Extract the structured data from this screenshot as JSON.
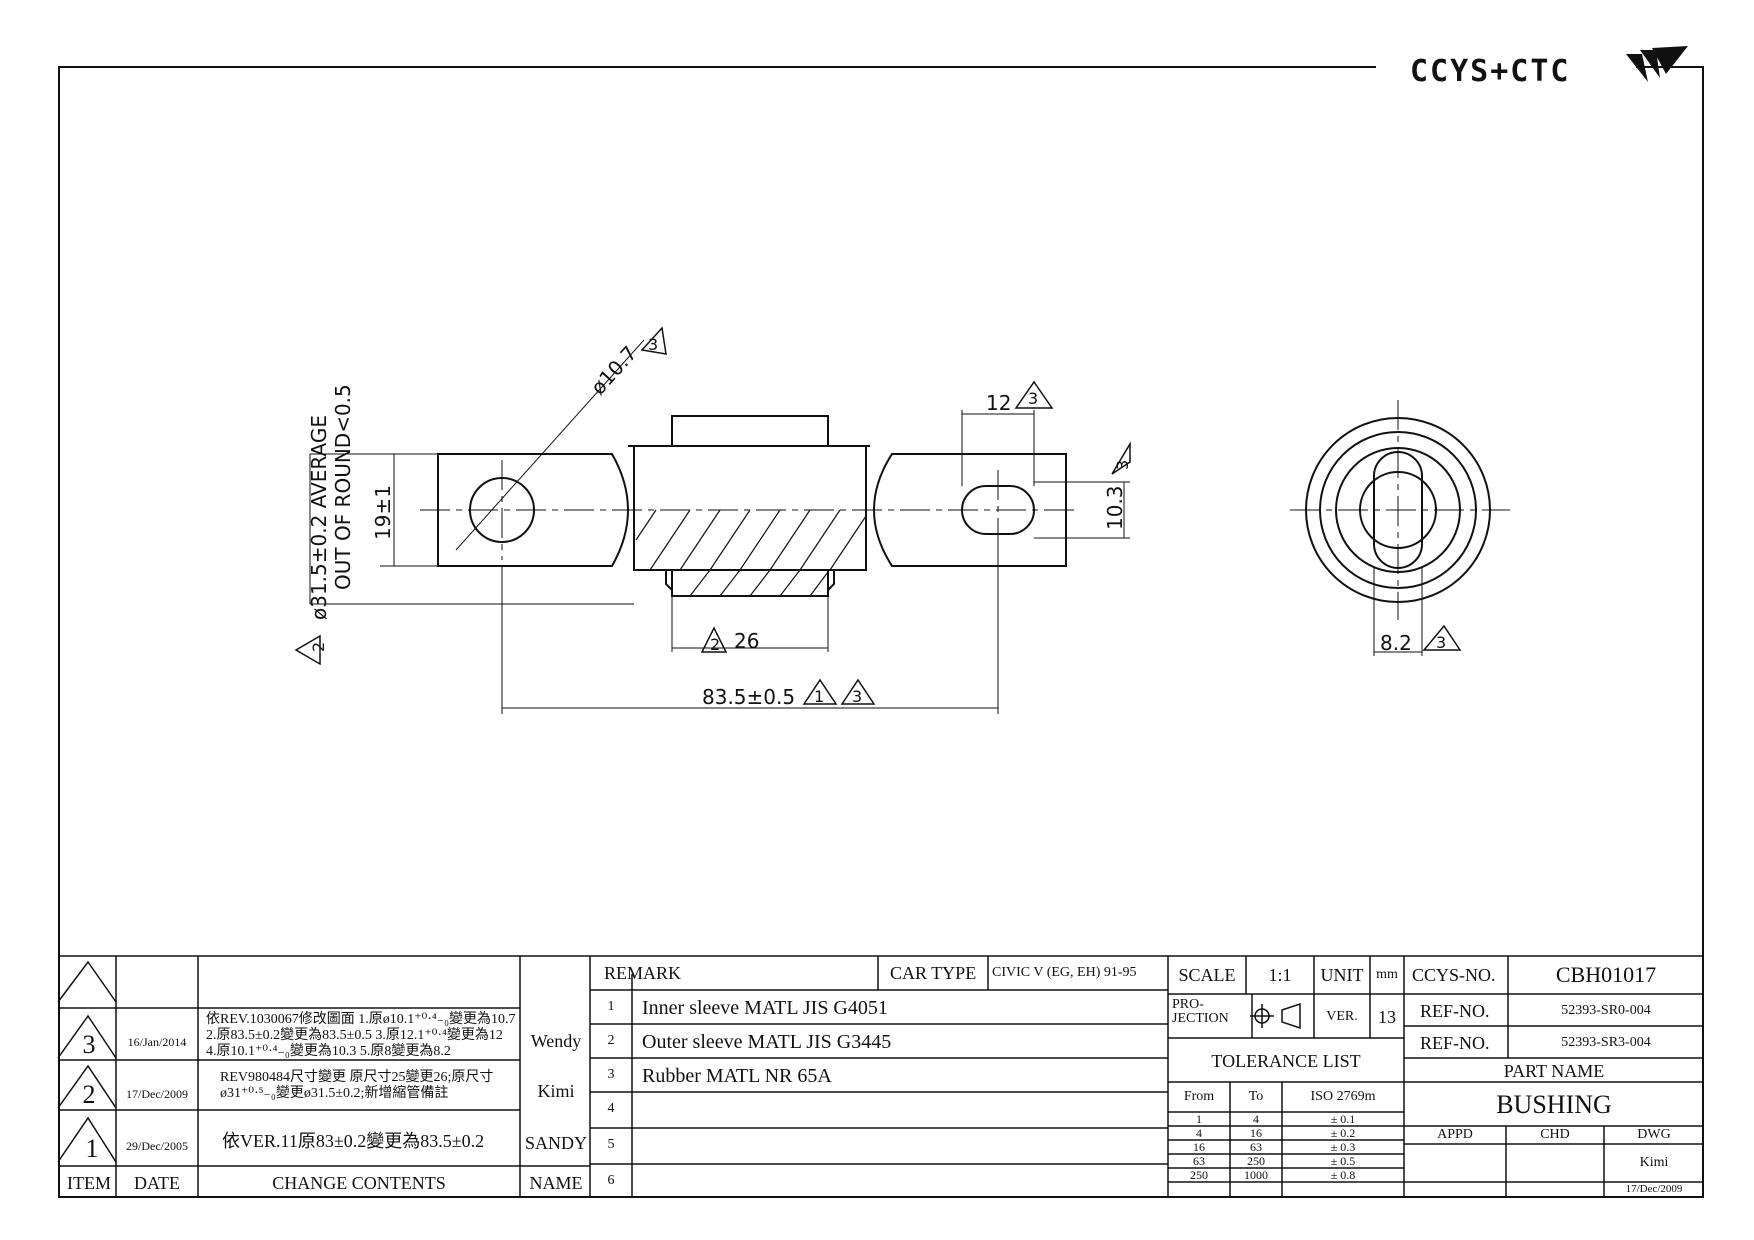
{
  "logo": {
    "text": "CCYS+CTC",
    "icon": "wave-logo-icon"
  },
  "drawing": {
    "labels": {
      "hole_dia": "ø10.7",
      "avg_dia": "ø31.5±0.2 AVERAGE",
      "out_of_round": "OUT OF ROUND<0.5",
      "height": "19±1",
      "width12": "12",
      "dim103": "10.3",
      "sleeve_len": "26",
      "center_len": "83.5±0.5",
      "flat": "8.2"
    },
    "rev_marks": {
      "r1": "1",
      "r2": "2",
      "r3": "3"
    }
  },
  "revision_table": {
    "header": {
      "item": "ITEM",
      "date": "DATE",
      "change": "CHANGE CONTENTS",
      "name": "NAME"
    },
    "rows": [
      {
        "item": "3",
        "date": "16/Jan/2014",
        "change": "依REV.1030067修改圖面 1.原ø10.1⁺⁰·⁴₋₀變更為10.7 2.原83.5±0.2變更為83.5±0.5 3.原12.1⁺⁰·⁴變更為12 4.原10.1⁺⁰·⁴₋₀變更為10.3 5.原8變更為8.2",
        "name": "Wendy"
      },
      {
        "item": "2",
        "date": "17/Dec/2009",
        "change": "REV980484尺寸變更 原尺寸25變更26;原尺寸ø31⁺⁰·⁵₋₀變更ø31.5±0.2;新增縮管備註",
        "name": "Kimi"
      },
      {
        "item": "1",
        "date": "29/Dec/2005",
        "change": "依VER.11原83±0.2變更為83.5±0.2",
        "name": "SANDY"
      }
    ]
  },
  "remark_table": {
    "remark_label": "REMARK",
    "car_type_label": "CAR TYPE",
    "car_type": "CIVIC V (EG, EH) 91-95",
    "rows": [
      {
        "no": "1",
        "text": "Inner sleeve MATL JIS G4051"
      },
      {
        "no": "2",
        "text": "Outer sleeve MATL JIS G3445"
      },
      {
        "no": "3",
        "text": "Rubber MATL NR 65A"
      },
      {
        "no": "4",
        "text": ""
      },
      {
        "no": "5",
        "text": ""
      },
      {
        "no": "6",
        "text": ""
      }
    ]
  },
  "spec": {
    "scale_label": "SCALE",
    "scale": "1:1",
    "unit_label": "UNIT",
    "unit": "mm",
    "projection_label": "PRO-\nJECTION",
    "ver_label": "VER.",
    "ver": "13",
    "tolerance_title": "TOLERANCE LIST",
    "tol_head": {
      "from": "From",
      "to": "To",
      "iso": "ISO 2769m"
    },
    "tolerances": [
      {
        "from": "1",
        "to": "4",
        "tol": "± 0.1"
      },
      {
        "from": "4",
        "to": "16",
        "tol": "± 0.2"
      },
      {
        "from": "16",
        "to": "63",
        "tol": "± 0.3"
      },
      {
        "from": "63",
        "to": "250",
        "tol": "± 0.5"
      },
      {
        "from": "250",
        "to": "1000",
        "tol": "± 0.8"
      }
    ]
  },
  "part": {
    "ccys_label": "CCYS-NO.",
    "ccys_no": "CBH01017",
    "ref_label_1": "REF-NO.",
    "ref_1": "52393-SR0-004",
    "ref_label_2": "REF-NO.",
    "ref_2": "52393-SR3-004",
    "part_name_label": "PART NAME",
    "part_name": "BUSHING",
    "appd_label": "APPD",
    "chd_label": "CHD",
    "dwg_label": "DWG",
    "dwg_name": "Kimi",
    "dwg_date": "17/Dec/2009"
  }
}
